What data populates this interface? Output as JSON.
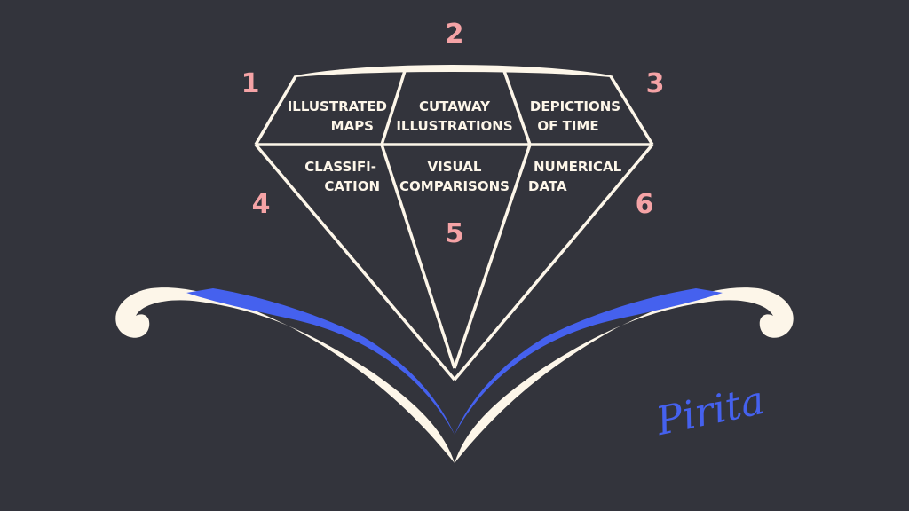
{
  "colors": {
    "background": "#33343c",
    "cream": "#fdf6e9",
    "blue": "#4561ee",
    "number": "#f5a3a6"
  },
  "facets": [
    {
      "number": "1",
      "lines": [
        "ILLUSTRATED",
        "MAPS"
      ]
    },
    {
      "number": "2",
      "lines": [
        "CUTAWAY",
        "ILLUSTRATIONS"
      ]
    },
    {
      "number": "3",
      "lines": [
        "DEPICTIONS",
        "OF TIME"
      ]
    },
    {
      "number": "4",
      "lines": [
        "CLASSIFI-",
        "CATION"
      ]
    },
    {
      "number": "5",
      "lines": [
        "VISUAL",
        "COMPARISONS"
      ]
    },
    {
      "number": "6",
      "lines": [
        "NUMERICAL",
        "DATA"
      ]
    }
  ],
  "logo": "Pirita"
}
